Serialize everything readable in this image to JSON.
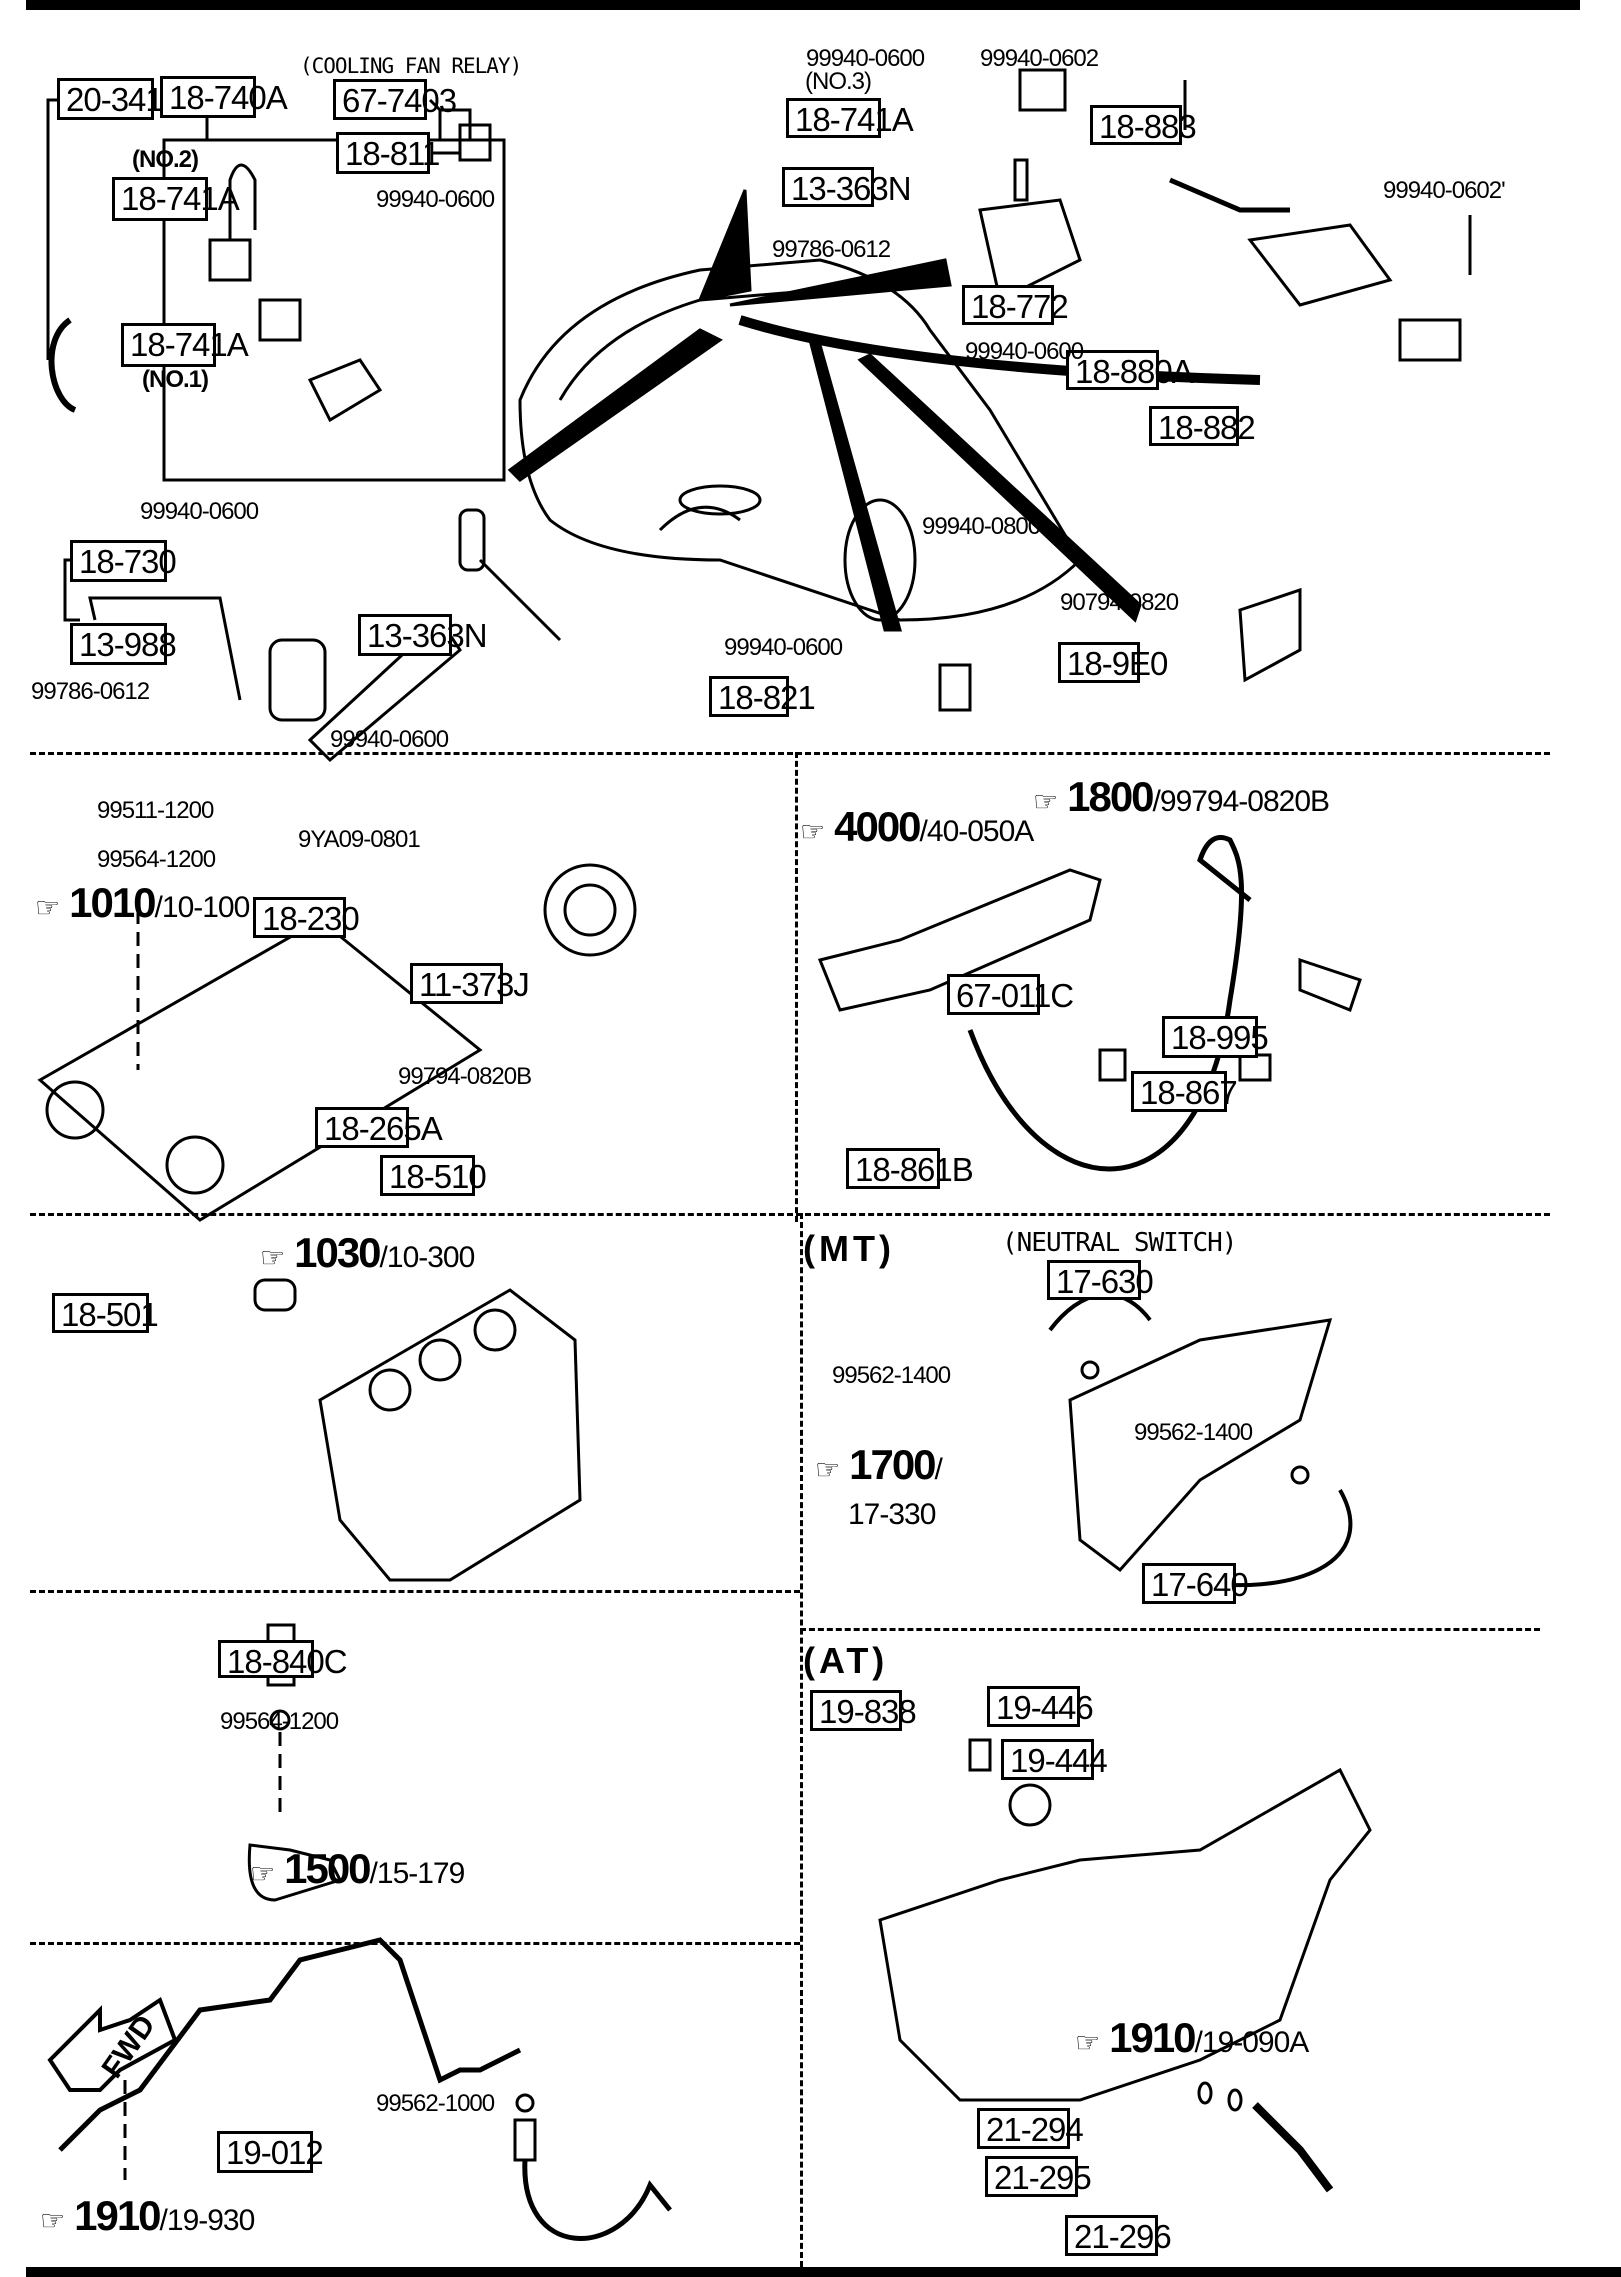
{
  "diagram": {
    "type": "exploded parts diagram",
    "top_section": {
      "notes": {
        "cooling_fan_relay": "(COOLING FAN RELAY)",
        "no2": "(NO.2)",
        "no1": "(NO.1)",
        "no3": "(NO.3)"
      },
      "boxed_parts": [
        "20-341",
        "18-740A",
        "18-741A",
        "18-741A",
        "67-7403",
        "18-811",
        "18-741A",
        "13-363N",
        "18-772",
        "18-883",
        "18-880A",
        "18-882",
        "18-730",
        "13-988",
        "13-363N",
        "18-821",
        "18-9E0"
      ],
      "plain_parts": [
        "99940-0600",
        "99940-0600",
        "99940-0602",
        "99940-0602'",
        "99786-0612",
        "99940-0600",
        "99940-0600",
        "99786-0612",
        "99940-0600",
        "99940-0600",
        "99940-0800",
        "90794-0820"
      ]
    },
    "section_camshaft": {
      "ref": {
        "page": "1010",
        "code": "/10-100"
      },
      "plain_parts": [
        "99511-1200",
        "99564-1200",
        "9YA09-0801",
        "99794-0820B"
      ],
      "boxed_parts": [
        "18-230",
        "11-373J",
        "18-265A",
        "18-510"
      ]
    },
    "section_exhaust": {
      "ref1": {
        "page": "4000",
        "code": "/40-050A"
      },
      "ref2": {
        "page": "1800",
        "code": "/99794-0820B"
      },
      "boxed_parts": [
        "67-011C",
        "18-995",
        "18-867",
        "18-861B"
      ]
    },
    "section_block": {
      "ref": {
        "page": "1030",
        "code": "/10-300"
      },
      "boxed_parts": [
        "18-501"
      ]
    },
    "section_mt": {
      "title": "(MT)",
      "note": "(NEUTRAL SWITCH)",
      "ref": {
        "page": "1700",
        "code": "/",
        "code2": "17-330"
      },
      "boxed_parts": [
        "17-630",
        "17-640"
      ],
      "plain_parts": [
        "99562-1400",
        "99562-1400"
      ]
    },
    "section_water": {
      "ref": {
        "page": "1500",
        "code": "/15-179"
      },
      "boxed_parts": [
        "18-840C"
      ],
      "plain_parts": [
        "99564-1200"
      ]
    },
    "section_at": {
      "title": "(AT)",
      "ref": {
        "page": "1910",
        "code": "/19-090A"
      },
      "boxed_parts": [
        "19-838",
        "19-446",
        "19-444",
        "21-294",
        "21-295",
        "21-296"
      ]
    },
    "section_speedo": {
      "fwd_label": "FWD",
      "ref": {
        "page": "1910",
        "code": "/19-930"
      },
      "boxed_parts": [
        "19-012"
      ],
      "plain_parts": [
        "99562-1000"
      ]
    },
    "icons": {
      "reference": "pointing-hand-icon",
      "forward": "fwd-arrow-icon"
    }
  }
}
